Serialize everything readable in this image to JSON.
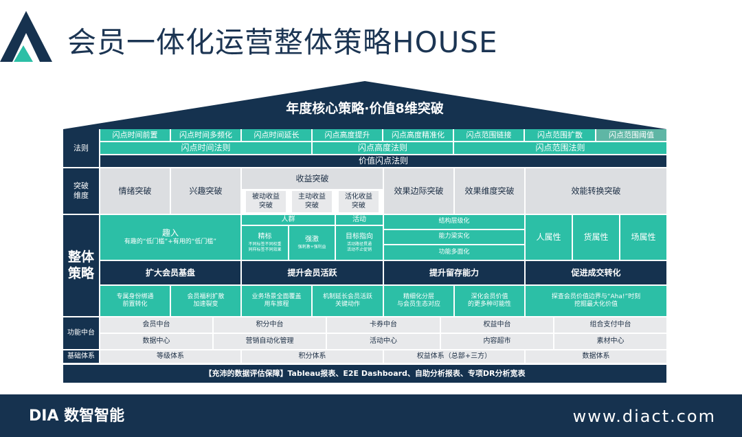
{
  "header": {
    "title": "会员一体化运营整体策略HOUSE"
  },
  "roof": {
    "title": "年度核心策略·价值8维突破"
  },
  "rows": {
    "rules_label": "法则",
    "breakthrough_label": "突破\n维度",
    "strategy_label": "整体\n策略",
    "platform_label": "功能中台",
    "base_label": "基础体系"
  },
  "rules": {
    "items": [
      "闪点时间前置",
      "闪点时间多频化",
      "闪点时间延长",
      "闪点高度提升",
      "闪点高度精准化",
      "闪点范围链接",
      "闪点范围扩散",
      "闪点范围阈值"
    ],
    "groups": [
      "闪点时间法则",
      "闪点高度法则",
      "闪点范围法则"
    ],
    "value_rule": "价值闪点法则"
  },
  "breakthrough": {
    "emotion": "情绪突破",
    "interest": "兴趣突破",
    "revenue": "收益突破",
    "passive": "被动收益\n突破",
    "active": "主动收益\n突破",
    "activation": "活化收益\n突破",
    "marginal": "效果边际突破",
    "dimension": "效果维度突破",
    "efficiency": "效能转换突破"
  },
  "strategy": {
    "quru_title": "趣入",
    "quru_sub": "有趣的“低门槛”+有用的“低门槛”",
    "crowd": "人群",
    "activity": "活动",
    "precise_title": "精标",
    "precise_sub": "不同标签不同权重\n同样标签不同效果",
    "incentive_title": "强激",
    "incentive_sub": "强刺激+强利益",
    "target_title": "目标指向",
    "target_sub": "活动路径贯通\n活动不止促销",
    "structure": "结构层级化",
    "capability": "能力梁实化",
    "function": "功能多面化",
    "person": "人属性",
    "goods": "货属性",
    "scene": "场属性",
    "pillars": [
      "扩大会员基盘",
      "提升会员活跃",
      "提升留存能力",
      "促进成交转化"
    ],
    "actions": [
      "专属身份绑通\n前置转化",
      "会员福利扩散\n加速裂变",
      "业务场景全面覆盖\n用车旅程",
      "机制延长会员活跃\n关键动作",
      "精细化分层\n与会员生态对应",
      "深化会员价值\n的更多种可能性",
      "探查会员价值边界与“Aha!”时刻\n挖掘最大化价值"
    ]
  },
  "platform": {
    "row1": [
      "会员中台",
      "积分中台",
      "卡券中台",
      "权益中台",
      "组合支付中台"
    ],
    "row2": [
      "数据中心",
      "营销自动化管理",
      "活动中心",
      "内容超市",
      "素材中心"
    ]
  },
  "base": {
    "items": [
      "等级体系",
      "积分体系",
      "权益体系（总部+三方）",
      "数据体系"
    ]
  },
  "foundation": {
    "text": "【充沛的数据评估保障】Tableau报表、E2E Dashboard、自助分析报表、专项DR分析宽表"
  },
  "footer": {
    "brand": "DIA 数智智能",
    "url": "www.diact.com"
  },
  "colors": {
    "navy": "#15324f",
    "teal": "#2cbfa6",
    "gray": "#e8e9eb"
  },
  "icons": {
    "logo": "triangle-logo-icon"
  }
}
